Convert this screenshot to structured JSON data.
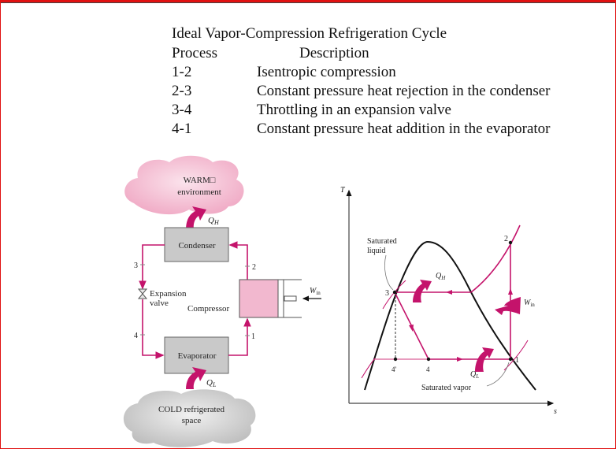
{
  "header": {
    "title": "Ideal Vapor-Compression Refrigeration Cycle",
    "col_process": "Process",
    "col_description": "Description",
    "rows": [
      {
        "process": "1-2",
        "description": "Isentropic compression"
      },
      {
        "process": "2-3",
        "description": "Constant pressure heat rejection in the condenser"
      },
      {
        "process": "3-4",
        "description": "Throttling in an expansion valve"
      },
      {
        "process": "4-1",
        "description": "Constant pressure heat addition in the evaporator"
      }
    ]
  },
  "schematic": {
    "warm_line1": "WARM□",
    "warm_line2": "environment",
    "qh": "Q",
    "qh_sub": "H",
    "condenser": "Condenser",
    "evaporator": "Evaporator",
    "expansion1": "Expansion",
    "expansion2": "valve",
    "compressor": "Compressor",
    "win": "W",
    "win_sub": "in",
    "ql": "Q",
    "ql_sub": "L",
    "cold_line1": "COLD refrigerated",
    "cold_line2": "space",
    "state_labels": [
      "1",
      "2",
      "3",
      "4"
    ]
  },
  "ts_diagram": {
    "t_axis": "T",
    "s_axis": "s",
    "sat_liquid1": "Saturated",
    "sat_liquid2": "liquid",
    "sat_vapor": "Saturated vapor",
    "qh": "Q",
    "qh_sub": "H",
    "ql": "Q",
    "ql_sub": "L",
    "win": "W",
    "win_sub": "in",
    "points": {
      "p1": "1",
      "p2": "2",
      "p3": "3",
      "p4": "4",
      "p4p": "4'"
    }
  },
  "colors": {
    "accent": "#c4136b",
    "cloud_warm": "#f5c4d6",
    "cloud_cold": "#cfcfcf",
    "box": "#c9c9c9"
  }
}
